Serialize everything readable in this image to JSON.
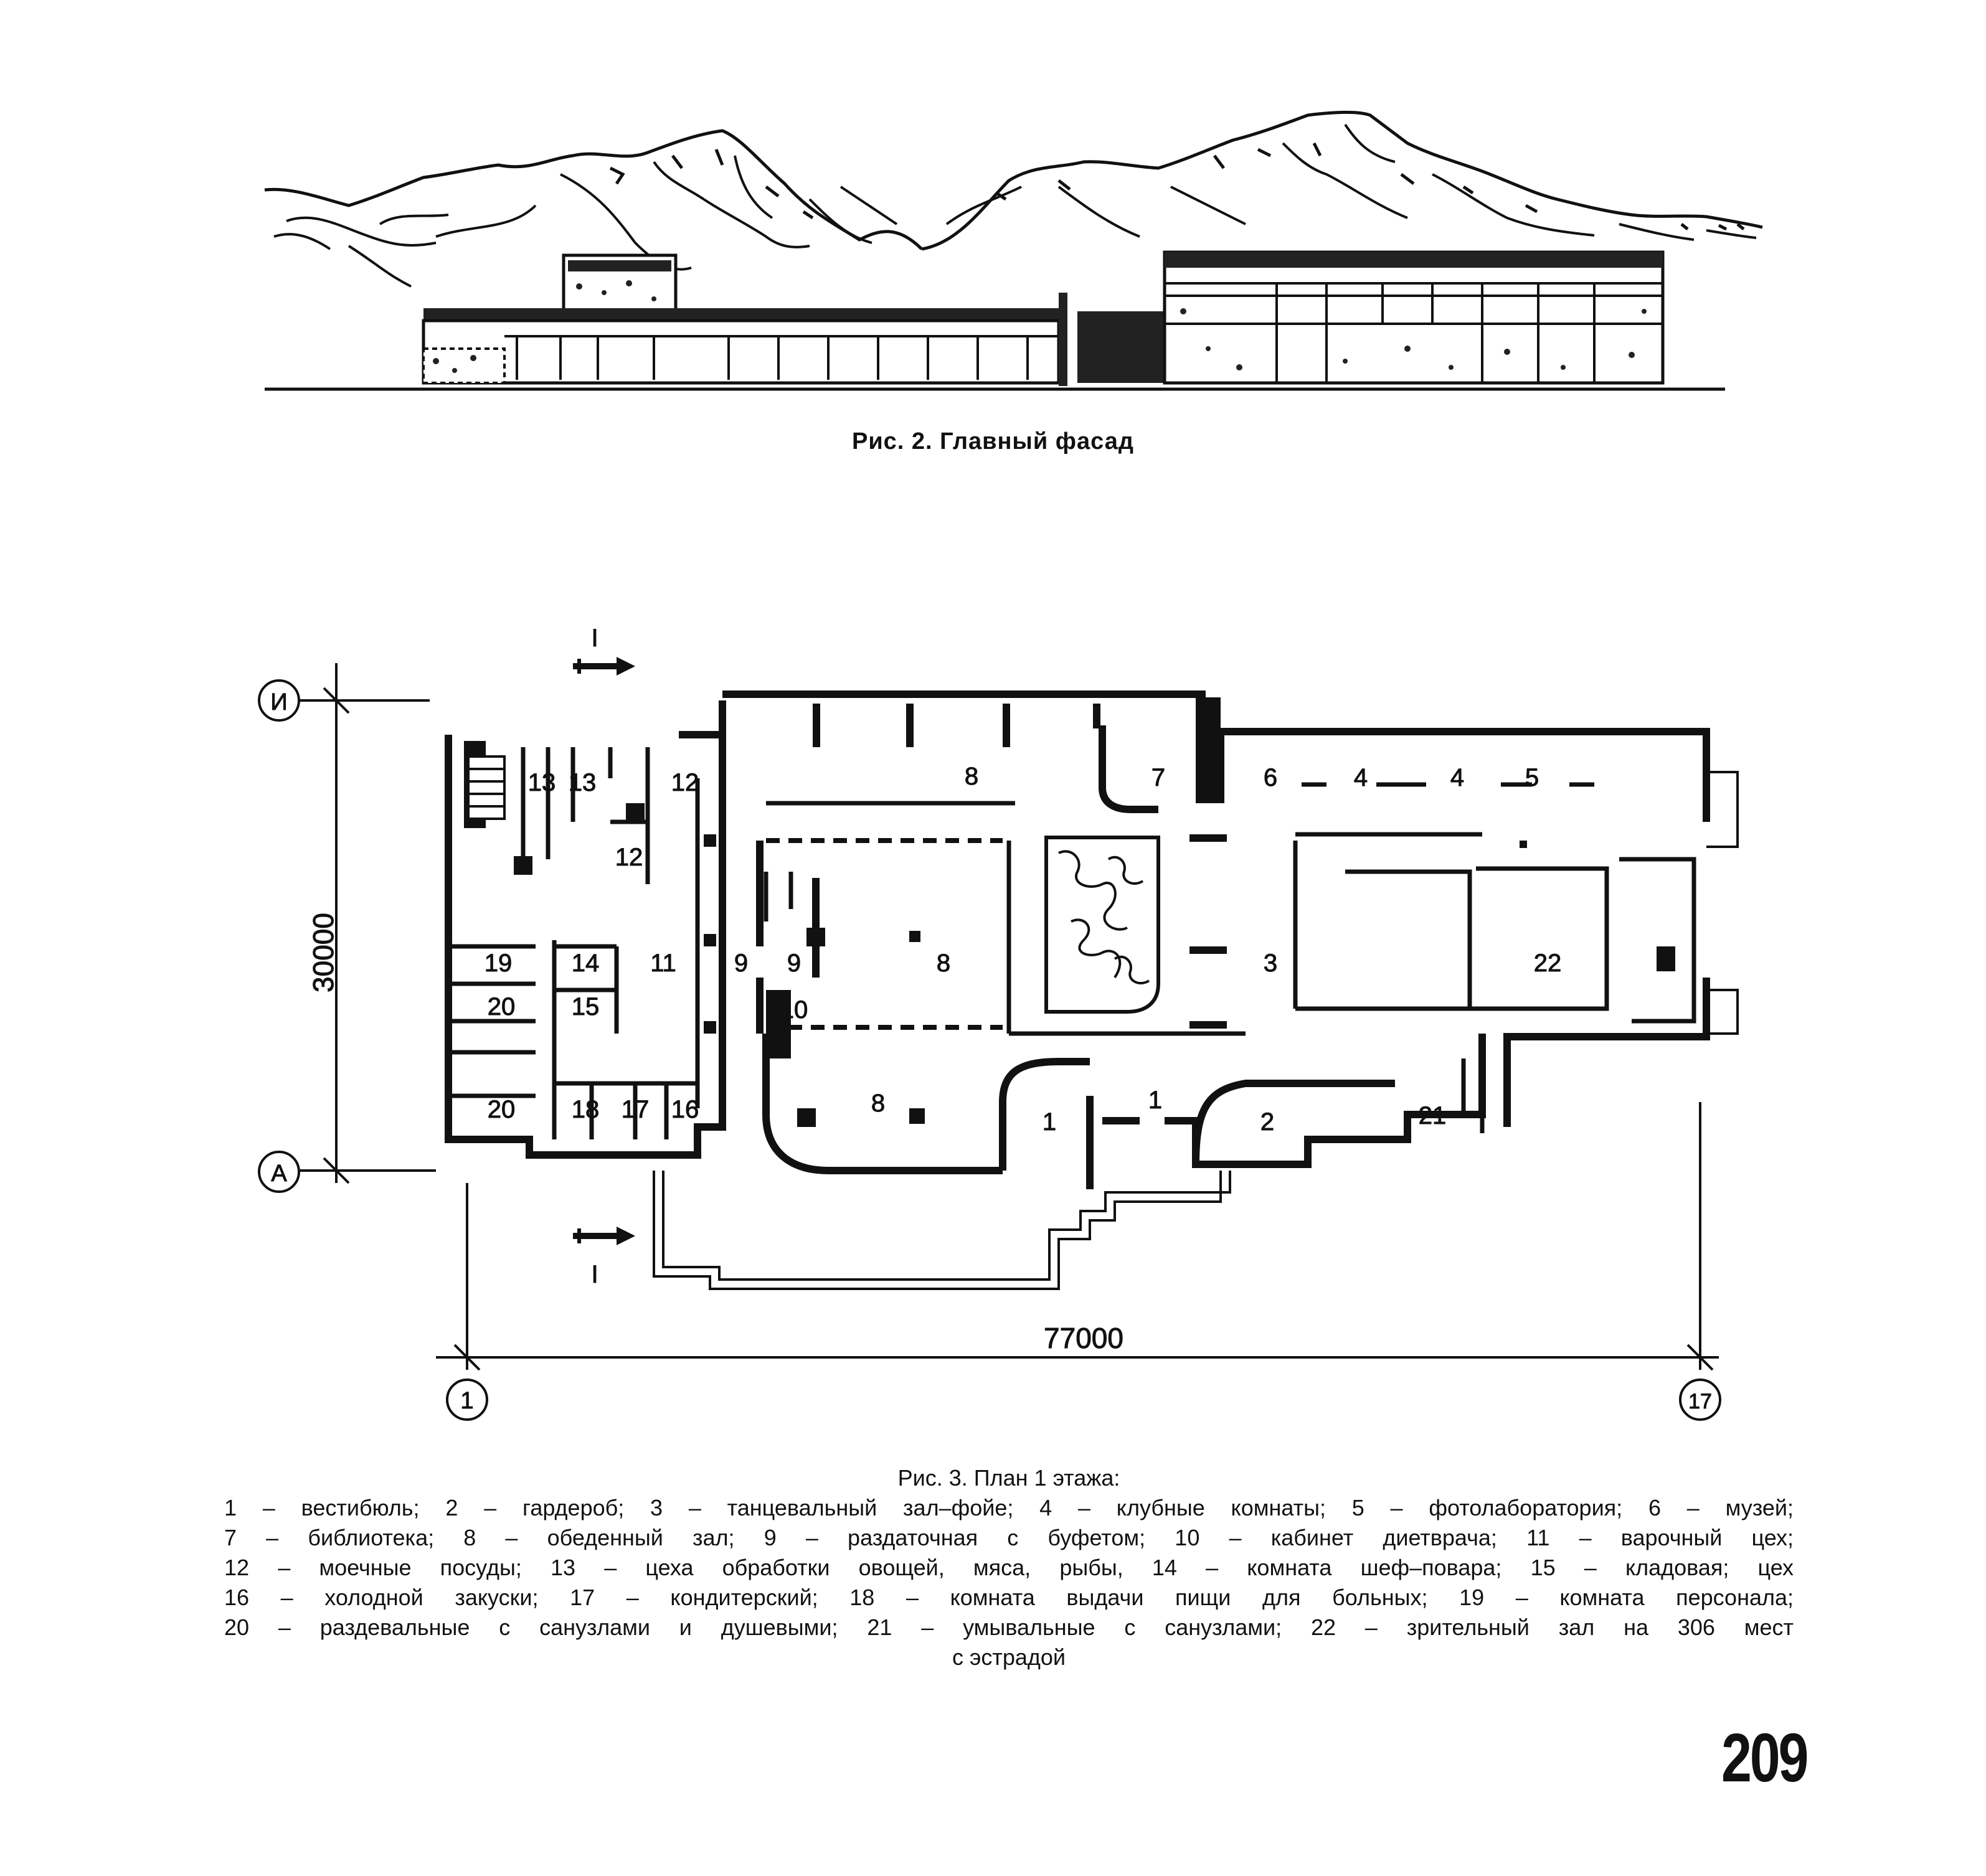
{
  "figure2": {
    "caption": "Рис. 2. Главный фасад"
  },
  "figure3": {
    "title": "Рис. 3. План 1 этажа:",
    "axes": {
      "top_left": "И",
      "bottom_left": "А",
      "bottom_start": "1",
      "bottom_end": "17"
    },
    "section_mark": "I",
    "dimensions": {
      "height": "30000",
      "width": "77000"
    },
    "rooms": [
      "13",
      "13",
      "12",
      "12",
      "8",
      "7",
      "6",
      "4",
      "4",
      "5",
      "19",
      "14",
      "11",
      "9",
      "9",
      "8",
      "3",
      "22",
      "20",
      "15",
      "10",
      "20",
      "18",
      "17",
      "16",
      "8",
      "1",
      "1",
      "2",
      "21"
    ],
    "legend_lines": [
      "1 – вестибюль; 2 – гардероб; 3 – танцевальный зал–фойе; 4 – клубные комнаты; 5 – фотолаборатория; 6 – музей;",
      "7 – библиотека; 8 – обеденный зал; 9 – раздаточная с буфетом; 10 – кабинет диетврача; 11 – варочный цех;",
      "12 – моечные посуды; 13 – цеха обработки овощей, мяса, рыбы, 14 – комната шеф–повара; 15 – кладовая; цех",
      "16 – холодной закуски; 17 – кондитерский; 18 – комната выдачи пищи для больных; 19 – комната персонала;",
      "20 – раздевальные с санузлами и душевыми; 21 – умывальные с санузлами; 22 – зрительный зал на 306 мест",
      "с эстрадой"
    ]
  },
  "page_number": "209"
}
